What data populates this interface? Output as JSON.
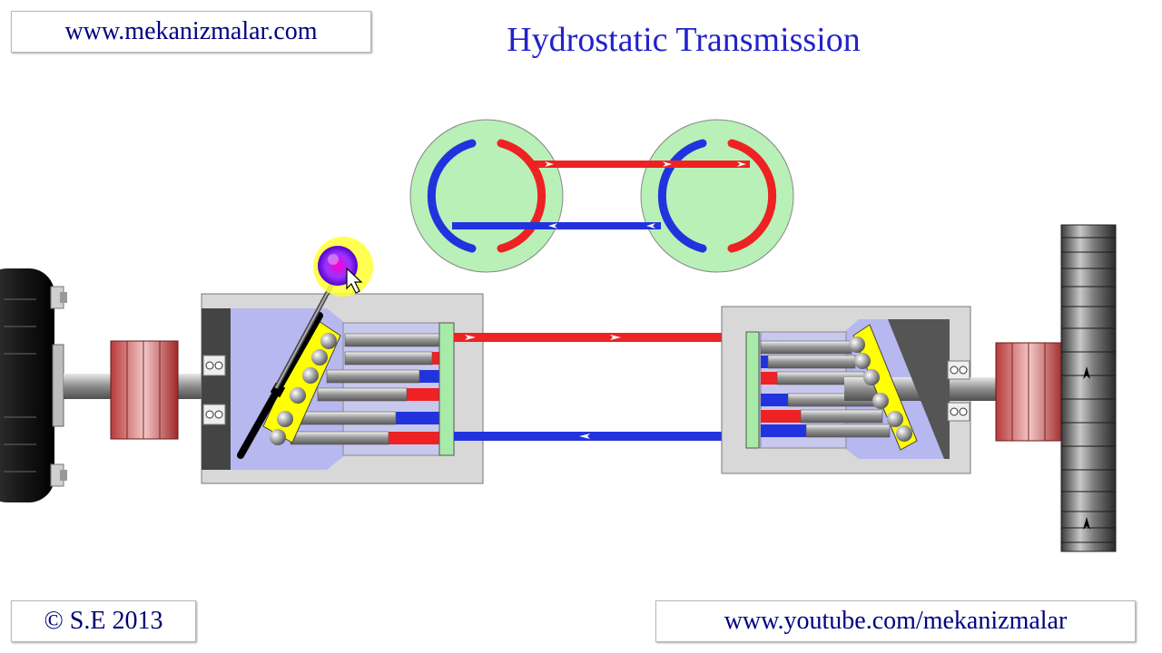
{
  "header": {
    "site_link": "www.mekanizmalar.com",
    "title": "Hydrostatic Transmission"
  },
  "footer": {
    "copyright": "© S.E 2013",
    "youtube_link": "www.youtube.com/mekanizmalar"
  },
  "colors": {
    "high_pressure": "#ee2222",
    "low_pressure": "#2233dd",
    "housing": "#d8d8d8",
    "chamber": "#b8b8f0",
    "port_plate": "#a8eaa8",
    "circle_fill": "#b8f0b8",
    "swashplate_ball": "#ffff00",
    "control_knob": "#8a2be2"
  },
  "icons": {
    "control_knob": "control-knob-icon",
    "cursor": "cursor-arrow-icon"
  }
}
